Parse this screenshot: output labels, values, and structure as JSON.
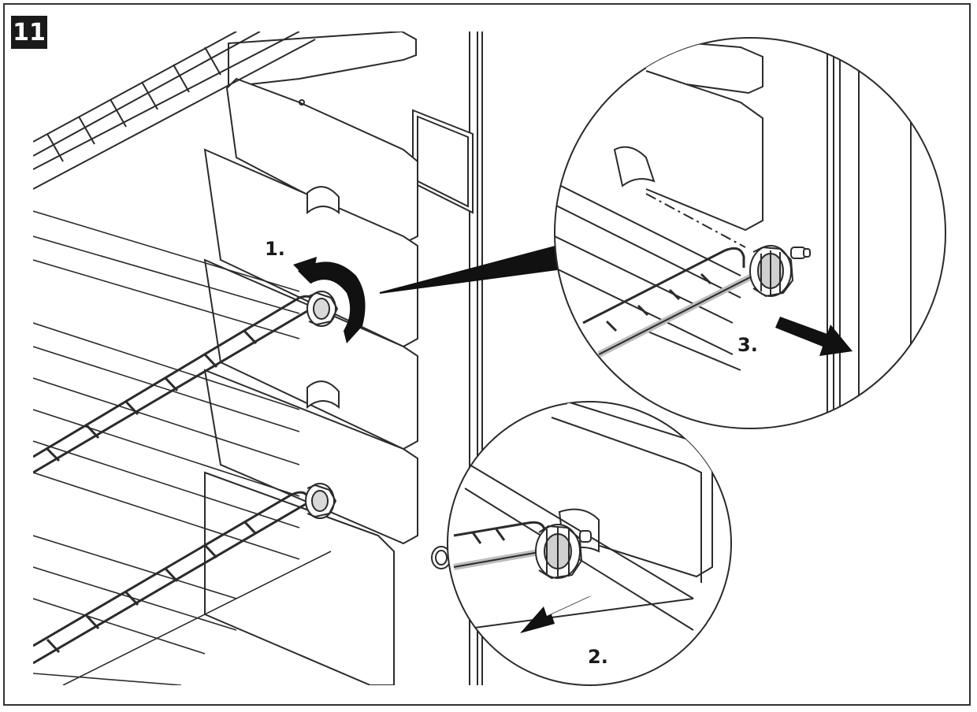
{
  "figure": {
    "number": "11",
    "steps": [
      "1.",
      "2.",
      "3."
    ]
  },
  "colors": {
    "line": "#2b2b2b",
    "fill": "#ffffff",
    "shade": "#e9e9e9",
    "pointer": "#111111"
  },
  "icons": [
    "rotate-arrow-icon",
    "pull-arrow-icon",
    "pull-arrow-icon"
  ]
}
